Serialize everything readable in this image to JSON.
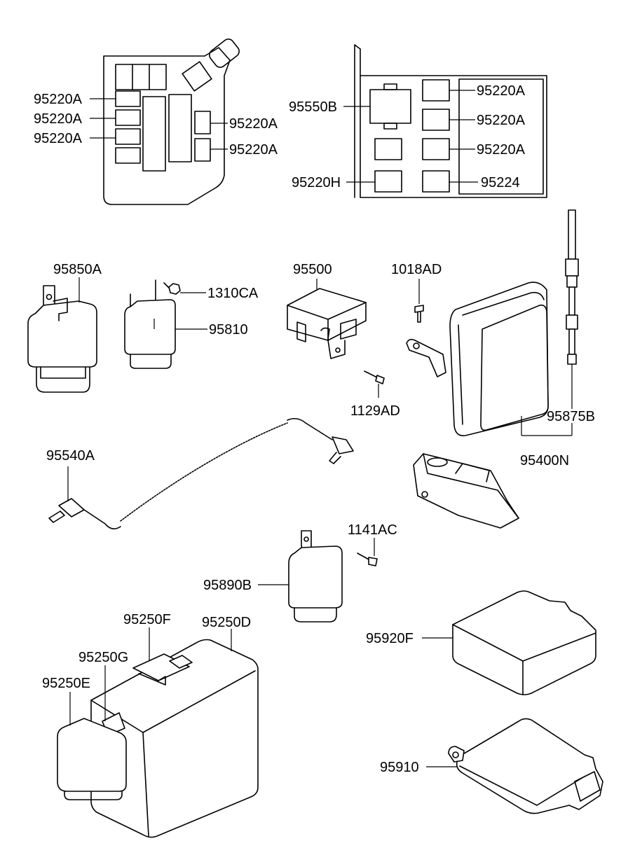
{
  "labels": {
    "fuse_box": [
      "95220A",
      "95220A",
      "95220A",
      "95220A",
      "95220A"
    ],
    "relay_panel": {
      "l1": "95550B",
      "r1": "95220A",
      "r2": "95220A",
      "r3": "95220A",
      "l2": "95220H",
      "r4": "95224"
    },
    "parts": {
      "p95850A": "95850A",
      "p95810": "95810",
      "p1310CA": "1310CA",
      "p95500": "95500",
      "p1018AD": "1018AD",
      "p1129AD": "1129AD",
      "p95875B": "95875B",
      "p95400N": "95400N",
      "p95540A": "95540A",
      "p1141AC": "1141AC",
      "p95890B": "95890B",
      "p95250F": "95250F",
      "p95250D": "95250D",
      "p95250G": "95250G",
      "p95250E": "95250E",
      "p95920F": "95920F",
      "p95910": "95910"
    }
  }
}
